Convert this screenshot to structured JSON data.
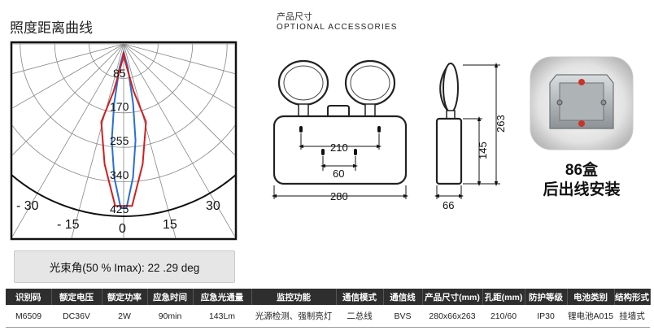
{
  "polar_chart": {
    "title": "照度距离曲线",
    "radial_labels": [
      "85",
      "170",
      "255",
      "340",
      "425"
    ],
    "angle_labels": [
      "- 30",
      "30",
      "- 15",
      "0",
      "15"
    ],
    "beam_angle_text": "光束角(50 % Imax): 22  .29 deg",
    "colors": {
      "c0": "#2a6fd6",
      "c90": "#d11f1f"
    }
  },
  "chart_data": {
    "type": "polar",
    "title": "照度距离曲线",
    "radial_ticks": [
      85,
      170,
      255,
      340,
      425
    ],
    "angle_ticks": [
      -30,
      -15,
      0,
      15,
      30
    ],
    "series": [
      {
        "color": "#2a6fd6",
        "points": [
          [
            -1,
            405
          ],
          [
            -4,
            330
          ],
          [
            -7,
            240
          ],
          [
            -9,
            150
          ],
          [
            -10,
            60
          ],
          [
            0,
            20
          ],
          [
            10,
            60
          ],
          [
            9,
            150
          ],
          [
            7,
            240
          ],
          [
            4,
            330
          ],
          [
            1,
            405
          ]
        ]
      },
      {
        "color": "#d11f1f",
        "points": [
          [
            -3,
            400
          ],
          [
            -9,
            300
          ],
          [
            -16,
            200
          ],
          [
            -12,
            120
          ],
          [
            -4,
            40
          ],
          [
            0,
            20
          ],
          [
            4,
            40
          ],
          [
            12,
            120
          ],
          [
            16,
            200
          ],
          [
            9,
            300
          ],
          [
            3,
            400
          ]
        ]
      }
    ]
  },
  "product_size": {
    "title_cn": "产品尺寸",
    "title_en": "OPTIONAL ACCESSORIES",
    "dims": {
      "hole_spacing": "210",
      "hole_spacing_2": "60",
      "width": "280",
      "depth": "66",
      "height": "263",
      "body_height": "145"
    }
  },
  "mounting_box": {
    "line1": "86盒",
    "line2": "后出线安装"
  },
  "spec_table": {
    "headers": [
      "识别码",
      "额定电压",
      "额定功率",
      "应急时间",
      "应急光通量",
      "监控功能",
      "通信模式",
      "通信线",
      "产品尺寸(mm)",
      "孔距(mm)",
      "防护等级",
      "电池类别",
      "结构形式"
    ],
    "rows": [
      [
        "M6509",
        "DC36V",
        "2W",
        "90min",
        "143Lm",
        "光源检测、强制亮灯",
        "二总线",
        "BVS",
        "280x66x263",
        "210/60",
        "IP30",
        "锂电池A015",
        "挂墙式"
      ]
    ]
  }
}
